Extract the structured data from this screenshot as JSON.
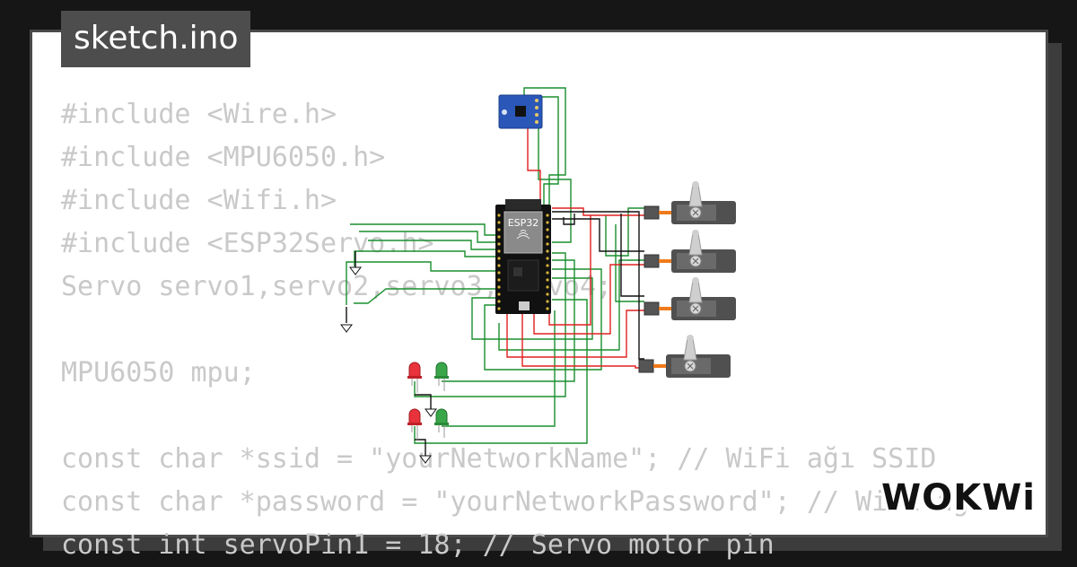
{
  "tab": {
    "filename": "sketch.ino"
  },
  "code": {
    "lines": [
      "#include <Wire.h>",
      "#include <MPU6050.h>",
      "#include <Wifi.h>",
      "#include <ESP32Servo.h>",
      "Servo servo1,servo2,servo3,servo4;",
      "",
      "MPU6050 mpu;",
      "",
      "const char *ssid = \"yourNetworkName\"; // WiFi ağı SSID",
      "const char *password = \"yourNetworkPassword\"; // WiFi ağ",
      "const int servoPin1 = 18; // Servo motor pin"
    ]
  },
  "diagram": {
    "board_label": "ESP32",
    "components": [
      "mpu6050-sensor",
      "esp32-board",
      "servo-motor",
      "servo-motor",
      "servo-motor",
      "servo-motor",
      "red-led",
      "green-led",
      "red-led",
      "green-led"
    ]
  },
  "brand": {
    "logo_text": "WOKWi"
  },
  "colors": {
    "background": "#161616",
    "card": "#ffffff",
    "tab": "#4d4d4d",
    "code_text": "#c9c9c9",
    "wire_green": "#1a8f2e",
    "wire_red": "#e02020",
    "wire_black": "#111111",
    "led_red": "#e8323c",
    "led_green": "#3aa64a"
  }
}
